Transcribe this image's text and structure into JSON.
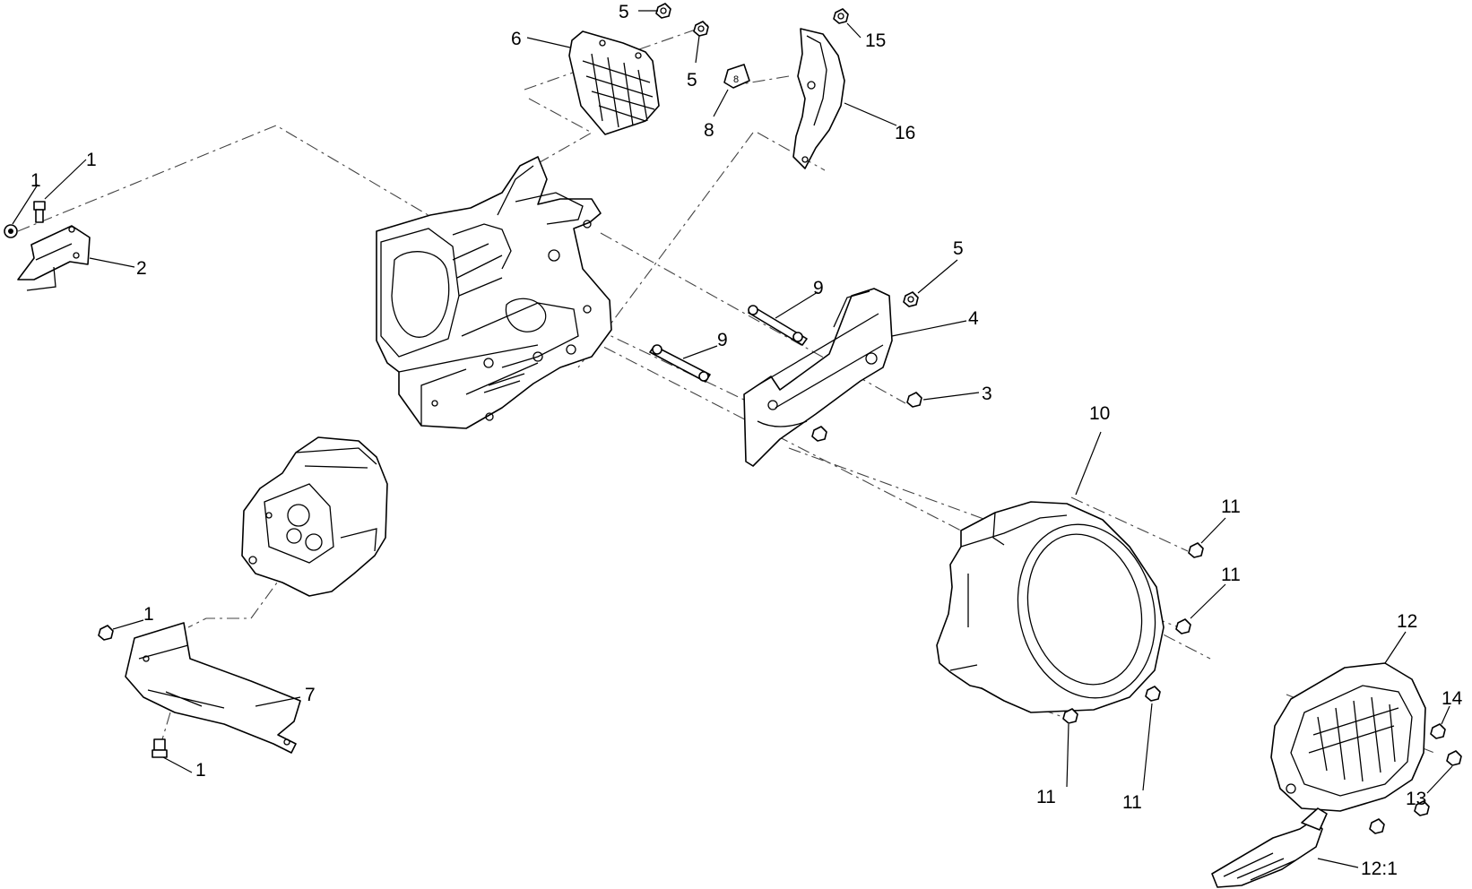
{
  "callouts": {
    "c1a": "1",
    "c1b": "1",
    "c1c": "1",
    "c1d": "1",
    "c2": "2",
    "c3": "3",
    "c4": "4",
    "c5a": "5",
    "c5b": "5",
    "c5c": "5",
    "c6": "6",
    "c7": "7",
    "c8": "8",
    "c9a": "9",
    "c9b": "9",
    "c10": "10",
    "c11a": "11",
    "c11b": "11",
    "c11c": "11",
    "c11d": "11",
    "c12": "12",
    "c12_1": "12:1",
    "c13": "13",
    "c14": "14",
    "c15": "15",
    "c16": "16"
  }
}
